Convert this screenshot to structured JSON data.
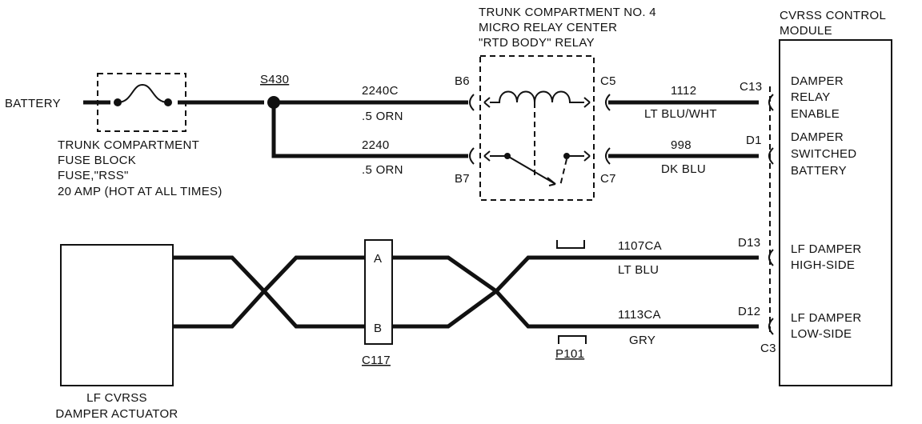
{
  "battery_label": "BATTERY",
  "fuse_block": {
    "line1": "TRUNK COMPARTMENT",
    "line2": "FUSE BLOCK",
    "line3": "FUSE,\"RSS\"",
    "line4": "20 AMP (HOT AT ALL TIMES)"
  },
  "splice_label": "S430",
  "relay_center": {
    "line1": "TRUNK COMPARTMENT NO. 4",
    "line2": "MICRO RELAY CENTER",
    "line3": "\"RTD BODY\" RELAY",
    "pins": {
      "b6": "B6",
      "b7": "B7",
      "c5": "C5",
      "c7": "C7"
    }
  },
  "wires": {
    "w2240c": {
      "circuit": "2240C",
      "gauge": ".5 ORN"
    },
    "w2240": {
      "circuit": "2240",
      "gauge": ".5 ORN"
    },
    "w1112": {
      "circuit": "1112",
      "color": "LT BLU/WHT"
    },
    "w998": {
      "circuit": "998",
      "color": "DK BLU"
    },
    "w1107ca": {
      "circuit": "1107CA",
      "color": "LT BLU"
    },
    "w1113ca": {
      "circuit": "1113CA",
      "color": "GRY"
    }
  },
  "module": {
    "title_line1": "CVRSS CONTROL",
    "title_line2": "MODULE",
    "pins": {
      "c13": "C13",
      "d1": "D1",
      "d13": "D13",
      "d12": "D12",
      "c3": "C3"
    },
    "labels": {
      "relay_enable": [
        "DAMPER",
        "RELAY",
        "ENABLE"
      ],
      "switched_battery": [
        "DAMPER",
        "SWITCHED",
        "BATTERY"
      ],
      "high_side": [
        "LF DAMPER",
        "HIGH-SIDE"
      ],
      "low_side": [
        "LF DAMPER",
        "LOW-SIDE"
      ]
    }
  },
  "connector_c117": {
    "name": "C117",
    "pin_a": "A",
    "pin_b": "B"
  },
  "connector_p101": {
    "name": "P101"
  },
  "actuator": {
    "line1": "LF CVRSS",
    "line2": "DAMPER ACTUATOR"
  }
}
